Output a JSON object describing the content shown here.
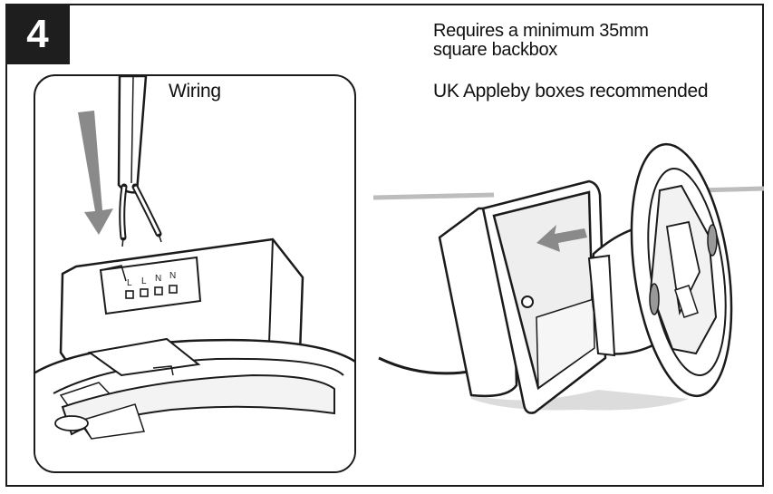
{
  "step": {
    "number": "4"
  },
  "wiring": {
    "label": "Wiring",
    "terminals": [
      "L",
      "L",
      "N",
      "N"
    ]
  },
  "requirements": {
    "lines": [
      "Requires a minimum 35mm",
      "square backbox"
    ],
    "recommendation": "UK Appleby boxes recommended"
  },
  "colors": {
    "ink": "#1b1b1b",
    "arrow": "#8a8a8a",
    "shadow": "#d8d8d8"
  }
}
